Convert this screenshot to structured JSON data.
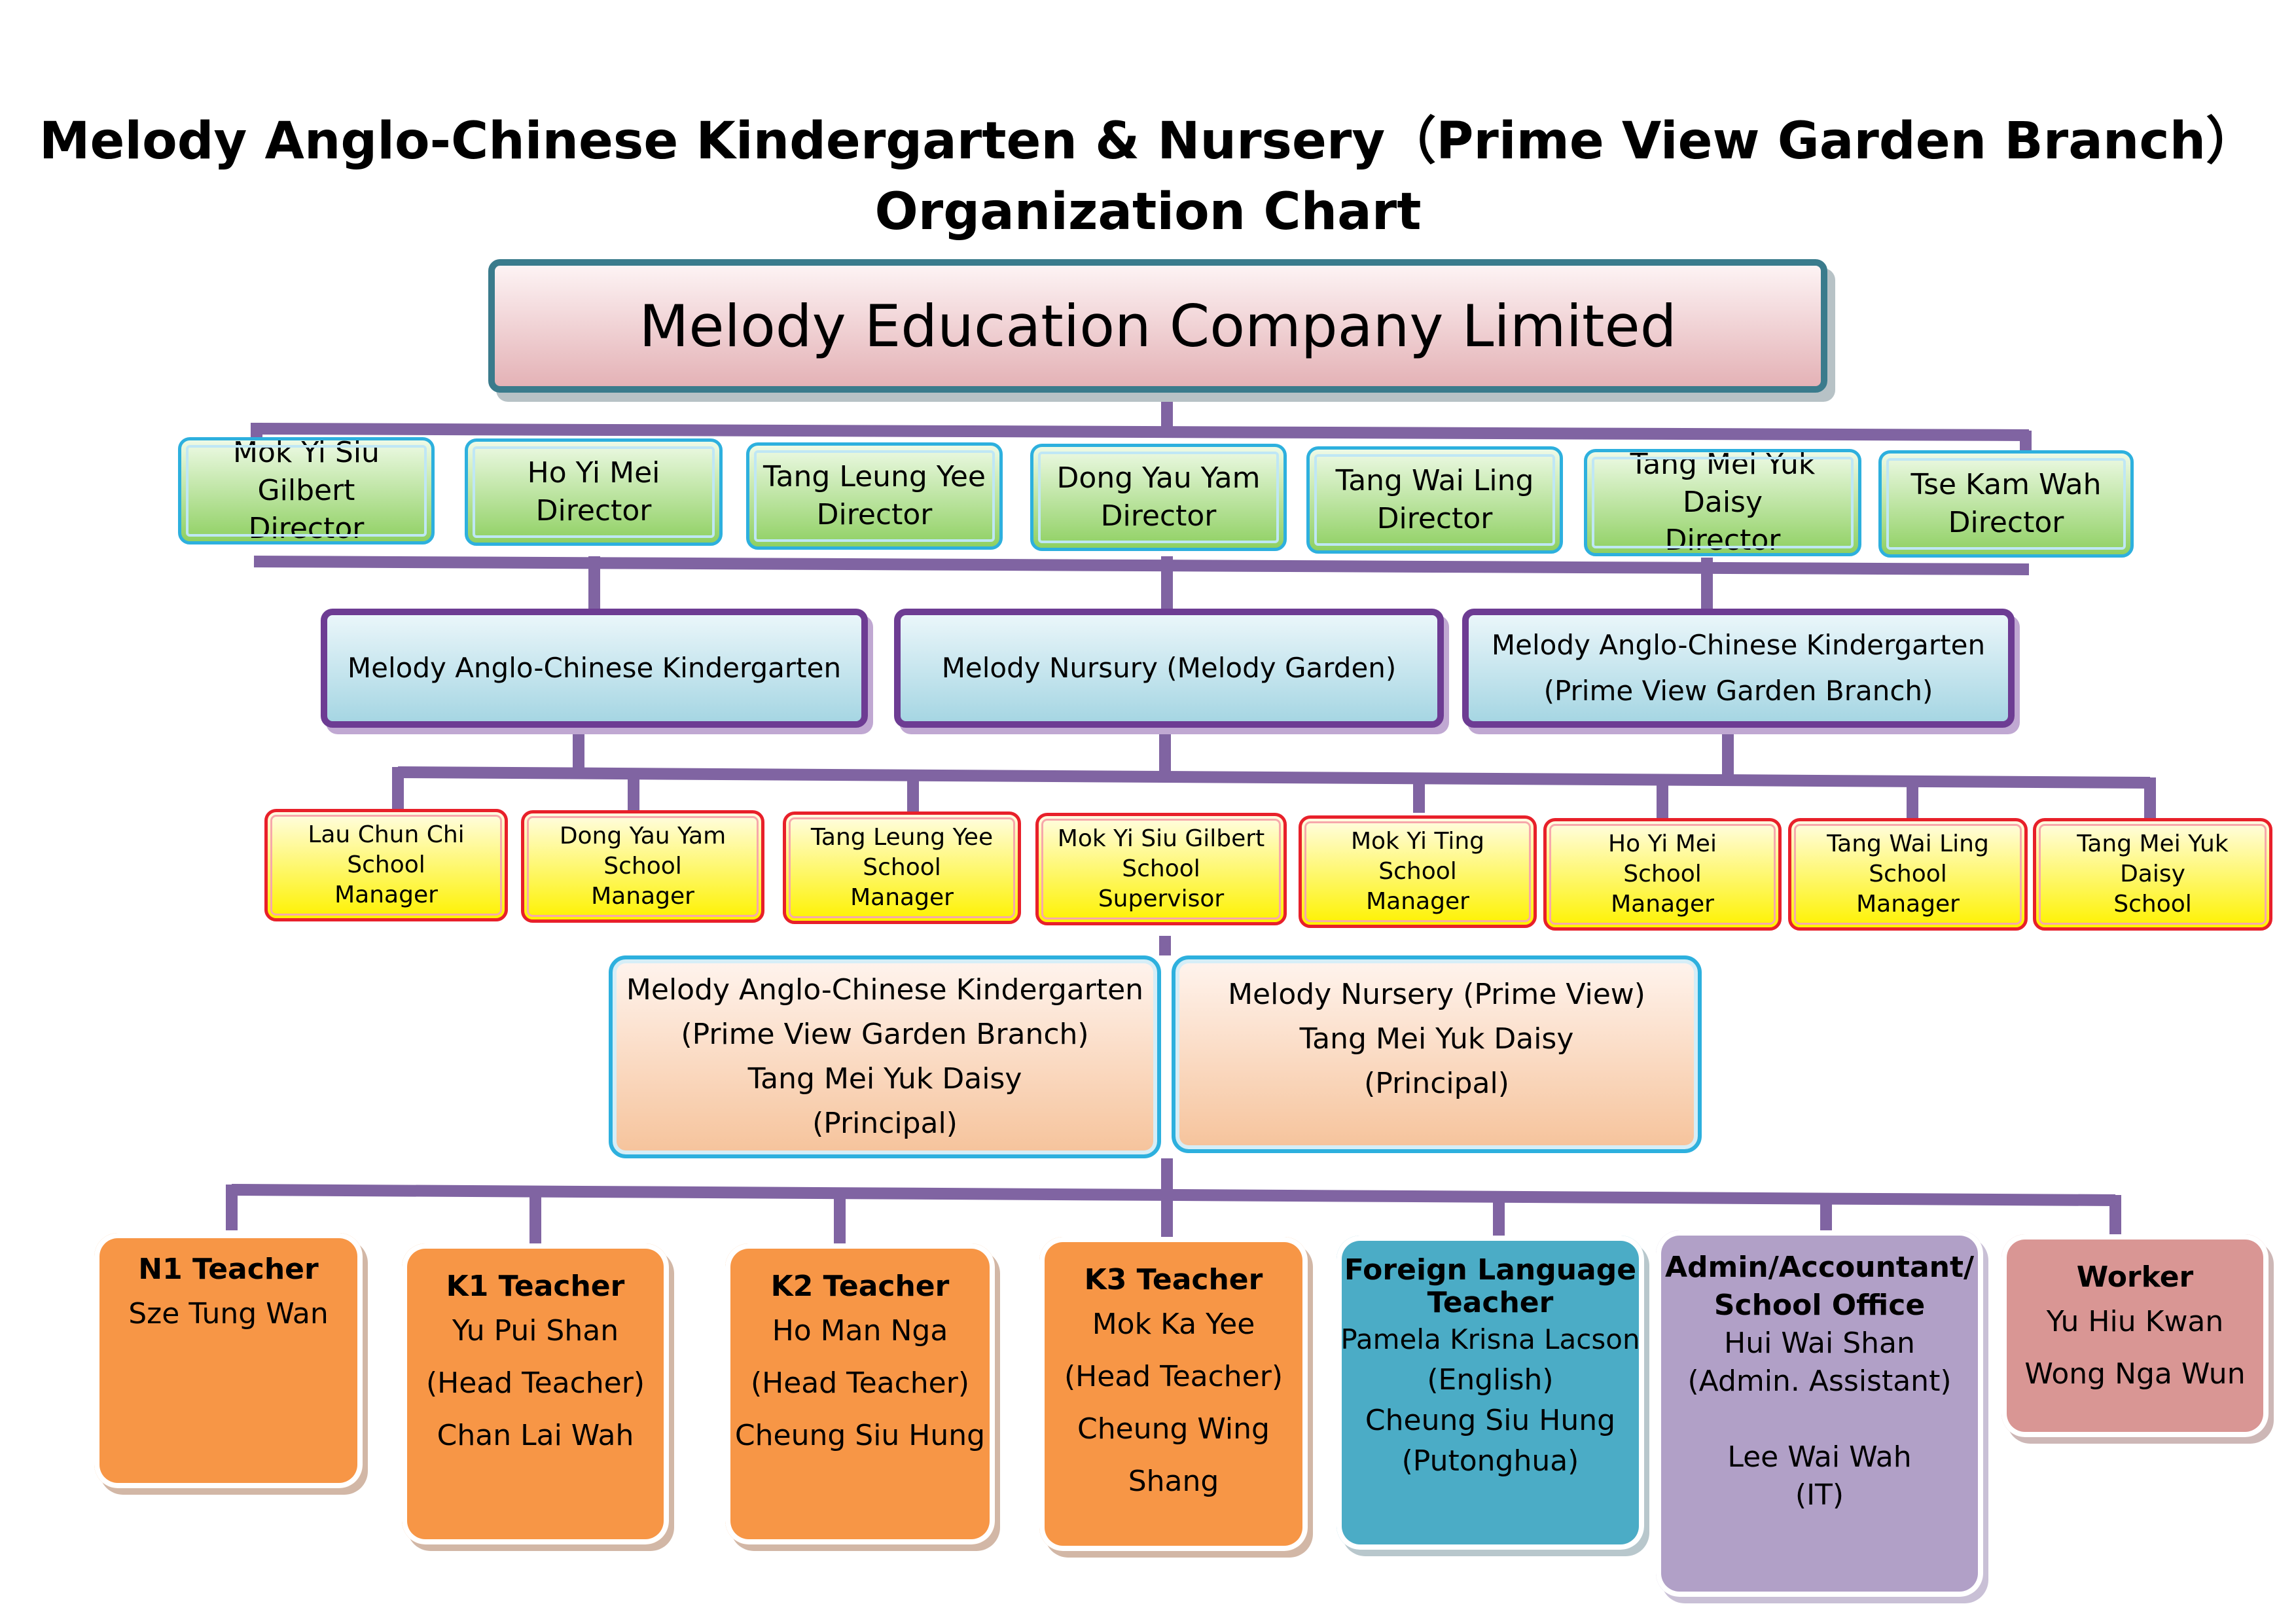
{
  "title": {
    "line1": "Melody Anglo-Chinese Kindergarten & Nursery（Prime View Garden Branch）",
    "line2": "Organization Chart"
  },
  "company": "Melody Education Company Limited",
  "directors": [
    {
      "name": "Mok Yi Siu Gilbert",
      "role": "Director"
    },
    {
      "name": "Ho Yi Mei",
      "role": "Director"
    },
    {
      "name": "Tang Leung Yee",
      "role": "Director"
    },
    {
      "name": "Dong Yau Yam",
      "role": "Director"
    },
    {
      "name": "Tang Wai Ling",
      "role": "Director"
    },
    {
      "name": "Tang Mei Yuk Daisy",
      "role": "Director"
    },
    {
      "name": "Tse Kam Wah",
      "role": "Director"
    }
  ],
  "schools": [
    {
      "line1": "Melody Anglo-Chinese Kindergarten",
      "line2": ""
    },
    {
      "line1": "Melody Nursury (Melody Garden)",
      "line2": ""
    },
    {
      "line1": "Melody Anglo-Chinese Kindergarten",
      "line2": "(Prime View Garden Branch)"
    }
  ],
  "managers": [
    {
      "name": "Lau Chun Chi",
      "line2": "School",
      "line3": "Manager"
    },
    {
      "name": "Dong Yau Yam",
      "line2": "School",
      "line3": "Manager"
    },
    {
      "name": "Tang Leung Yee",
      "line2": "School",
      "line3": "Manager"
    },
    {
      "name": "Mok Yi Siu Gilbert",
      "line2": "School",
      "line3": "Supervisor"
    },
    {
      "name": "Mok Yi Ting",
      "line2": "School",
      "line3": "Manager"
    },
    {
      "name": "Ho Yi Mei",
      "line2": "School",
      "line3": "Manager"
    },
    {
      "name": "Tang Wai Ling",
      "line2": "School",
      "line3": "Manager"
    },
    {
      "name": "Tang Mei Yuk",
      "line2": "Daisy",
      "line3": "School"
    }
  ],
  "principals": [
    {
      "lines": [
        "Melody Anglo-Chinese Kindergarten",
        "(Prime View Garden Branch)",
        "Tang Mei Yuk Daisy",
        "(Principal)"
      ]
    },
    {
      "lines": [
        "Melody Nursery (Prime View)",
        "Tang Mei Yuk Daisy",
        "(Principal)"
      ]
    }
  ],
  "staff": [
    {
      "heading": [
        "N1 Teacher"
      ],
      "lines": [
        "Sze Tung Wan"
      ]
    },
    {
      "heading": [
        "K1 Teacher"
      ],
      "lines": [
        "Yu Pui Shan",
        "(Head Teacher)",
        "Chan Lai Wah"
      ]
    },
    {
      "heading": [
        "K2 Teacher"
      ],
      "lines": [
        "Ho Man Nga",
        "(Head Teacher)",
        "Cheung Siu Hung"
      ]
    },
    {
      "heading": [
        "K3 Teacher"
      ],
      "lines": [
        "Mok Ka Yee",
        "(Head Teacher)",
        "Cheung Wing",
        "Shang"
      ]
    },
    {
      "heading": [
        "Foreign Language",
        "Teacher"
      ],
      "lines": [
        "Pamela Krisna Lacson",
        "(English)",
        "Cheung  Siu Hung",
        "(Putonghua)"
      ]
    },
    {
      "heading": [
        "Admin/Accountant/",
        "School Office"
      ],
      "lines": [
        "Hui Wai Shan",
        "(Admin. Assistant)",
        "",
        "Lee Wai Wah",
        "(IT)"
      ]
    },
    {
      "heading": [
        "Worker"
      ],
      "lines": [
        "Yu Hiu Kwan",
        "Wong Nga Wun"
      ]
    }
  ],
  "colors": {
    "connector": "#8064a2",
    "director_fill": "#8fd062",
    "school_border": "#6d3c93",
    "manager_fill": "#fef200",
    "manager_border": "#e8202a",
    "teacher_fill": "#f79646",
    "foreign_fill": "#4bacc6",
    "admin_fill": "#b1a0c7",
    "worker_fill": "#d99694"
  }
}
